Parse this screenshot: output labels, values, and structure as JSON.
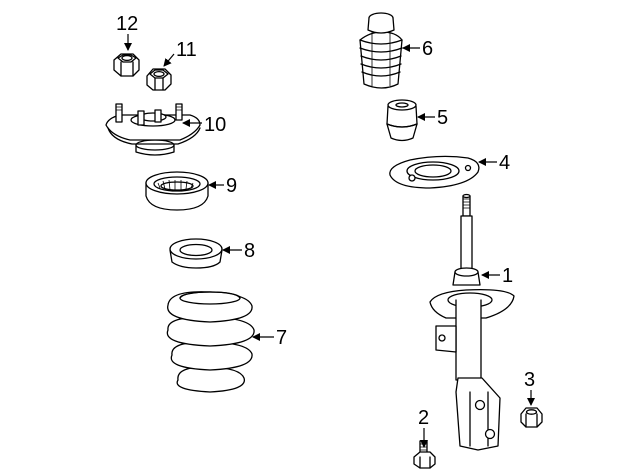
{
  "callouts": [
    {
      "id": "1",
      "label": "1",
      "part": "strut-assembly"
    },
    {
      "id": "2",
      "label": "2",
      "part": "bolt"
    },
    {
      "id": "3",
      "label": "3",
      "part": "nut"
    },
    {
      "id": "4",
      "label": "4",
      "part": "spring-seat"
    },
    {
      "id": "5",
      "label": "5",
      "part": "bump-stop"
    },
    {
      "id": "6",
      "label": "6",
      "part": "dust-boot"
    },
    {
      "id": "7",
      "label": "7",
      "part": "coil-spring"
    },
    {
      "id": "8",
      "label": "8",
      "part": "spring-insulator"
    },
    {
      "id": "9",
      "label": "9",
      "part": "bearing"
    },
    {
      "id": "10",
      "label": "10",
      "part": "strut-mount"
    },
    {
      "id": "11",
      "label": "11",
      "part": "nut"
    },
    {
      "id": "12",
      "label": "12",
      "part": "nut"
    }
  ]
}
